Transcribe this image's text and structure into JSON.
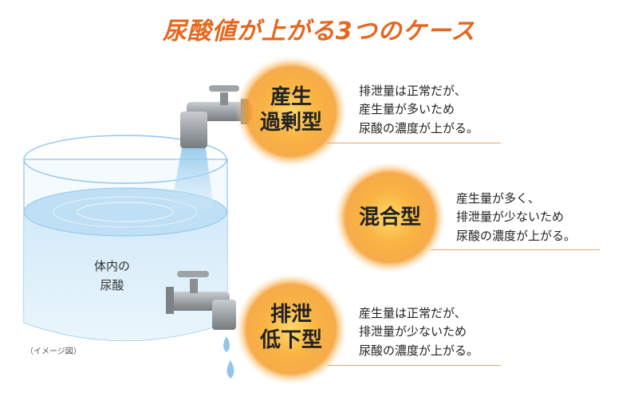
{
  "title": "尿酸値が上がる3つのケース",
  "tank_label": [
    "体内の",
    "尿酸"
  ],
  "note": "（イメージ図）",
  "cases": [
    {
      "name_lines": [
        "産生",
        "過剰型"
      ],
      "desc_lines": [
        "排泄量は正常だが、",
        "産生量が多いため",
        "尿酸の濃度が上がる。"
      ]
    },
    {
      "name_lines": [
        "混合型"
      ],
      "desc_lines": [
        "産生量が多く、",
        "排泄量が少ないため",
        "尿酸の濃度が上がる。"
      ]
    },
    {
      "name_lines": [
        "排泄",
        "低下型"
      ],
      "desc_lines": [
        "産生量は正常だが、",
        "排泄量が少ないため",
        "尿酸の濃度が上がる。"
      ]
    }
  ],
  "colors": {
    "title": "#e4681e",
    "glow_center": "#f59d2a",
    "water": "#8fc6ea",
    "rule": "#e8a46a"
  },
  "icons": [
    "faucet-icon",
    "faucet-icon",
    "water-drop-icon",
    "water-drop-icon"
  ]
}
